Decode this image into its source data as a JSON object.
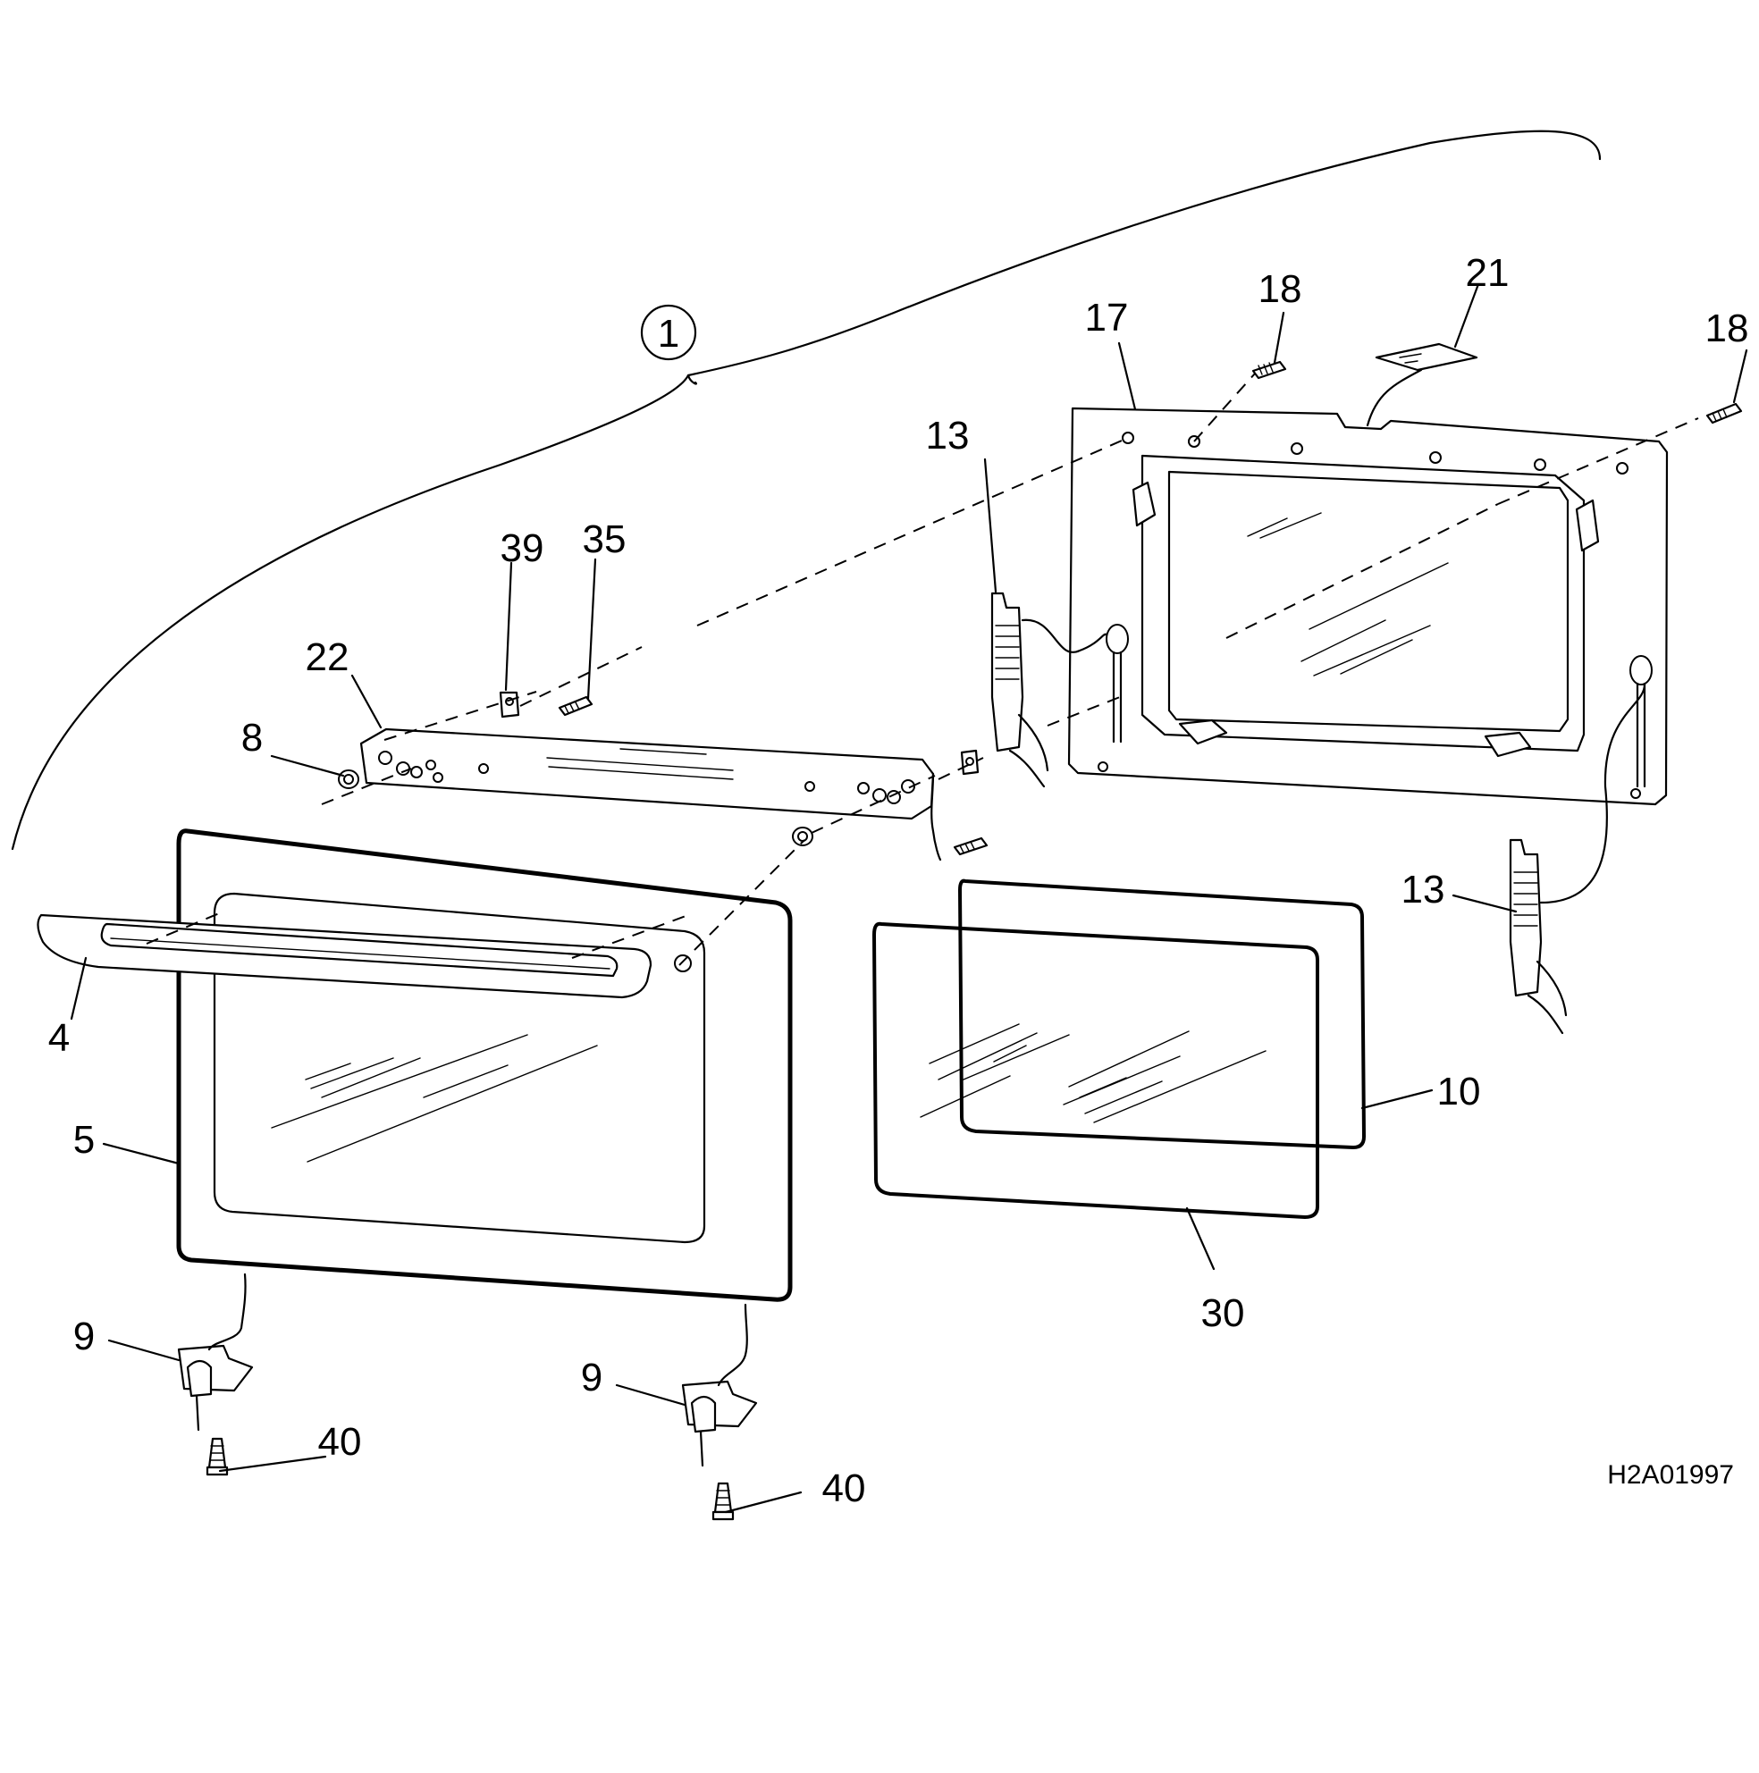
{
  "diagram": {
    "assembly_callout": "1",
    "drawing_code": "H2A01997",
    "part_labels": [
      "4",
      "5",
      "8",
      "9",
      "9",
      "10",
      "13",
      "13",
      "17",
      "18",
      "18",
      "21",
      "22",
      "30",
      "35",
      "39",
      "40",
      "40"
    ]
  }
}
